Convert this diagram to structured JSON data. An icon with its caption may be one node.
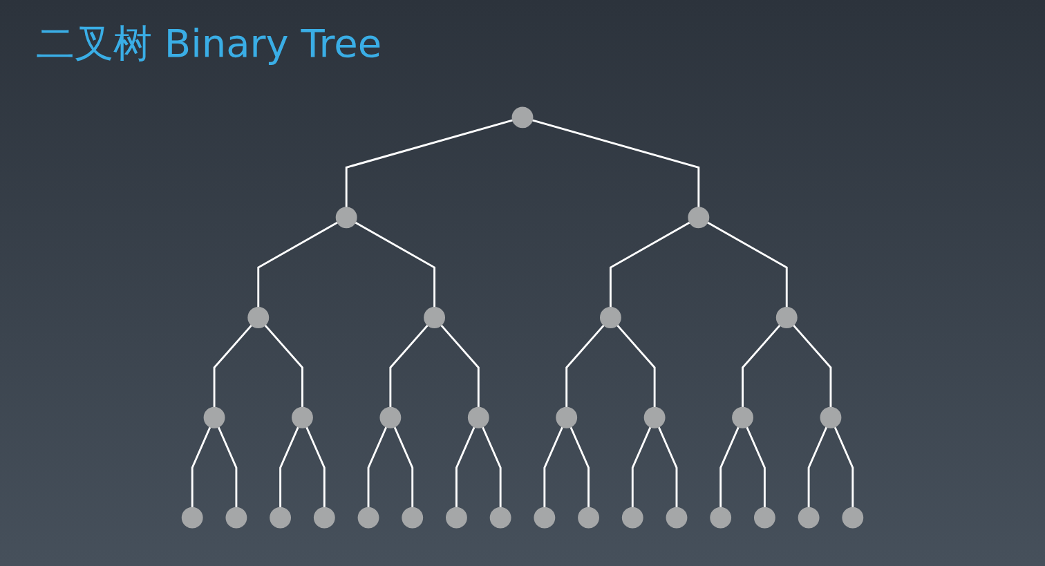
{
  "diagram": {
    "title": "二叉树 Binary Tree",
    "nodes": [
      {
        "text": [],
        "shape": "circle"
      },
      {
        "text": [],
        "shape": "circle"
      },
      {
        "text": [],
        "shape": "circle"
      },
      {
        "text": [],
        "shape": "circle"
      },
      {
        "text": [],
        "shape": "circle"
      },
      {
        "text": [],
        "shape": "circle"
      },
      {
        "text": [],
        "shape": "circle"
      },
      {
        "text": [],
        "shape": "circle"
      },
      {
        "text": [],
        "shape": "circle"
      },
      {
        "text": [],
        "shape": "circle"
      },
      {
        "text": [],
        "shape": "circle"
      },
      {
        "text": [],
        "shape": "circle"
      },
      {
        "text": [],
        "shape": "circle"
      },
      {
        "text": [],
        "shape": "circle"
      },
      {
        "text": [],
        "shape": "circle"
      },
      {
        "text": [],
        "shape": "circle"
      },
      {
        "text": [],
        "shape": "circle"
      },
      {
        "text": [],
        "shape": "circle"
      },
      {
        "text": [],
        "shape": "circle"
      },
      {
        "text": [],
        "shape": "circle"
      },
      {
        "text": [],
        "shape": "circle"
      },
      {
        "text": [],
        "shape": "circle"
      },
      {
        "text": [],
        "shape": "circle"
      },
      {
        "text": [],
        "shape": "circle"
      },
      {
        "text": [],
        "shape": "circle"
      },
      {
        "text": [],
        "shape": "circle"
      },
      {
        "text": [],
        "shape": "circle"
      },
      {
        "text": [],
        "shape": "circle"
      },
      {
        "text": [],
        "shape": "circle"
      },
      {
        "text": [],
        "shape": "circle"
      },
      {
        "text": [],
        "shape": "circle"
      }
    ],
    "edges": [
      {
        "from": 0,
        "to": 1,
        "arrow": "none"
      },
      {
        "from": 0,
        "to": 2,
        "arrow": "none"
      },
      {
        "from": 1,
        "to": 3,
        "arrow": "none"
      },
      {
        "from": 1,
        "to": 4,
        "arrow": "none"
      },
      {
        "from": 2,
        "to": 5,
        "arrow": "none"
      },
      {
        "from": 2,
        "to": 6,
        "arrow": "none"
      },
      {
        "from": 3,
        "to": 7,
        "arrow": "none"
      },
      {
        "from": 3,
        "to": 8,
        "arrow": "none"
      },
      {
        "from": 4,
        "to": 9,
        "arrow": "none"
      },
      {
        "from": 4,
        "to": 10,
        "arrow": "none"
      },
      {
        "from": 5,
        "to": 11,
        "arrow": "none"
      },
      {
        "from": 5,
        "to": 12,
        "arrow": "none"
      },
      {
        "from": 6,
        "to": 13,
        "arrow": "none"
      },
      {
        "from": 6,
        "to": 14,
        "arrow": "none"
      },
      {
        "from": 7,
        "to": 15,
        "arrow": "none"
      },
      {
        "from": 7,
        "to": 16,
        "arrow": "none"
      },
      {
        "from": 8,
        "to": 17,
        "arrow": "none"
      },
      {
        "from": 8,
        "to": 18,
        "arrow": "none"
      },
      {
        "from": 9,
        "to": 19,
        "arrow": "none"
      },
      {
        "from": 9,
        "to": 20,
        "arrow": "none"
      },
      {
        "from": 10,
        "to": 21,
        "arrow": "none"
      },
      {
        "from": 10,
        "to": 22,
        "arrow": "none"
      },
      {
        "from": 11,
        "to": 23,
        "arrow": "none"
      },
      {
        "from": 11,
        "to": 24,
        "arrow": "none"
      },
      {
        "from": 12,
        "to": 25,
        "arrow": "none"
      },
      {
        "from": 12,
        "to": 26,
        "arrow": "none"
      },
      {
        "from": 13,
        "to": 27,
        "arrow": "none"
      },
      {
        "from": 13,
        "to": 28,
        "arrow": "none"
      },
      {
        "from": 14,
        "to": 29,
        "arrow": "none"
      },
      {
        "from": 14,
        "to": 30,
        "arrow": "none"
      }
    ]
  }
}
